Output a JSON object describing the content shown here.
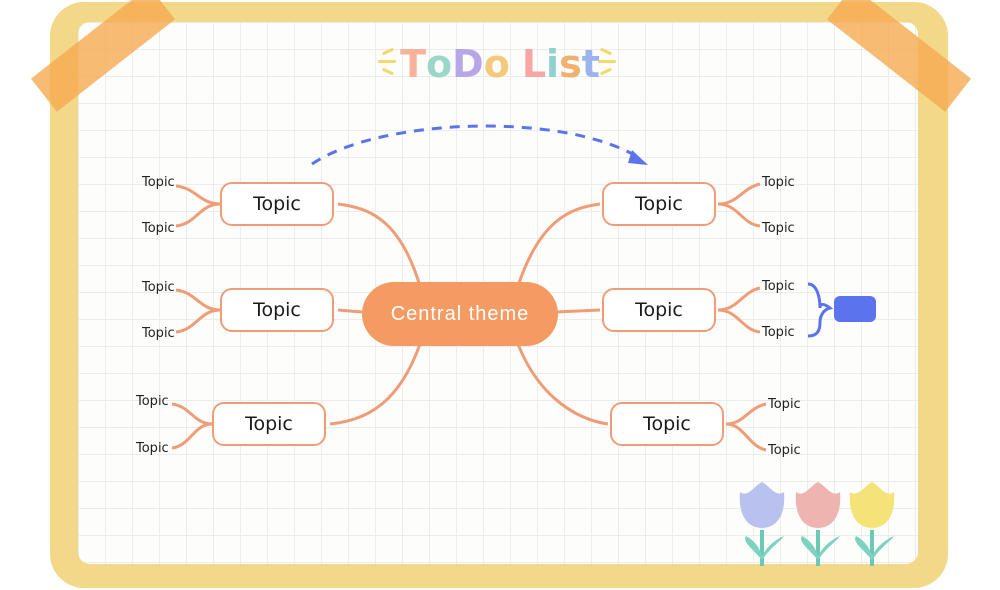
{
  "title": "ToDo List",
  "title_colors": [
    "#f7b39a",
    "#9ad7c9",
    "#b7a6e8",
    "#f4c97b",
    "#f6a7a4",
    "#8fd1cf",
    "#f0b06f",
    "#9bb3ee"
  ],
  "central": "Central theme",
  "colors": {
    "frame": "#f3d889",
    "line": "#ef9d76",
    "central": "#f49b63",
    "accent": "#5b74ee"
  },
  "topics": {
    "left": [
      {
        "label": "Topic",
        "subs": [
          "Topic",
          "Topic"
        ]
      },
      {
        "label": "Topic",
        "subs": [
          "Topic",
          "Topic"
        ]
      },
      {
        "label": "Topic",
        "subs": [
          "Topic",
          "Topic"
        ]
      }
    ],
    "right": [
      {
        "label": "Topic",
        "subs": [
          "Topic",
          "Topic"
        ]
      },
      {
        "label": "Topic",
        "subs": [
          "Topic",
          "Topic"
        ]
      },
      {
        "label": "Topic",
        "subs": [
          "Topic",
          "Topic"
        ]
      }
    ]
  },
  "decorations": [
    "tulip-icon",
    "tulip-icon",
    "tulip-icon"
  ]
}
